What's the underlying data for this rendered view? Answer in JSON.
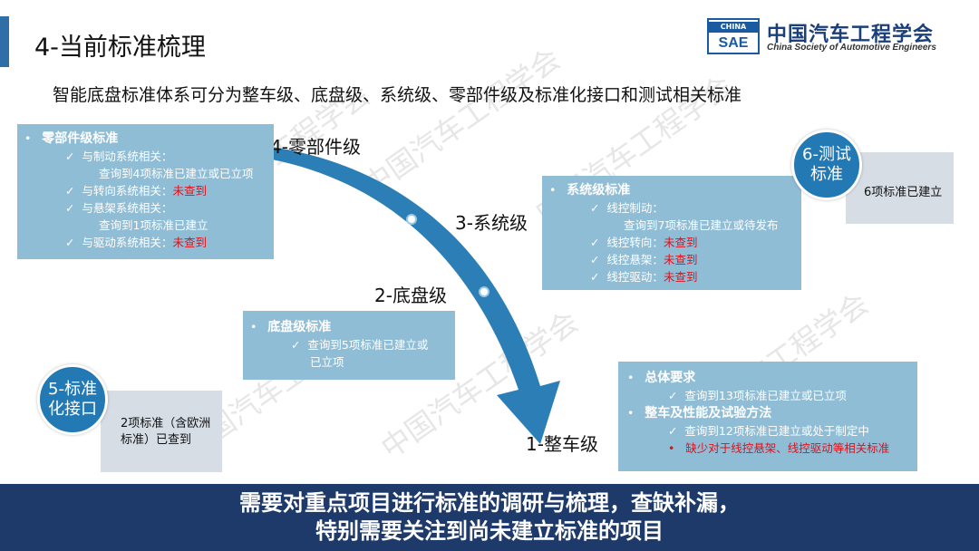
{
  "header": {
    "title": "4-当前标准梳理",
    "logo_box_top": "CHINA",
    "logo_box_main": "SAE",
    "logo_cn": "中国汽车工程学会",
    "logo_en": "China Society of Automotive Engineers"
  },
  "intro": "智能底盘标准体系可分为整车级、底盘级、系统级、零部件级及标准化接口和测试相关标准",
  "levels": {
    "component": "4-零部件级",
    "system": "3-系统级",
    "chassis": "2-底盘级",
    "vehicle": "1-整车级"
  },
  "component_card": {
    "heading": "零部件级标准",
    "l1": "与制动系统相关：",
    "l1b": "查询到4项标准已建立或已立项",
    "l2": "与转向系统相关：",
    "l2_status": "未查到",
    "l3": "与悬架系统相关：",
    "l3b": "查询到1项标准已建立",
    "l4": "与驱动系统相关：",
    "l4_status": "未查到"
  },
  "system_card": {
    "heading": "系统级标准",
    "l1": "线控制动：",
    "l1b": "查询到7项标准已建立或待发布",
    "l2": "线控转向：",
    "l2_status": "未查到",
    "l3": "线控悬架：",
    "l3_status": "未查到",
    "l4": "线控驱动：",
    "l4_status": "未查到"
  },
  "chassis_card": {
    "heading": "底盘级标准",
    "l1": "查询到5项标准已建立或",
    "l1b": "已立项"
  },
  "vehicle_card": {
    "h1": "总体要求",
    "l1": "查询到13项标准已建立或已立项",
    "h2": "整车及性能及试验方法",
    "l2": "查询到12项标准已建立或处于制定中",
    "l3": "缺少对于线控悬架、线控驱动等相关标准"
  },
  "test_circle": {
    "line1": "6-测试",
    "line2": "标准",
    "note": "6项标准已建立"
  },
  "interface_circle": {
    "line1": "5-标准",
    "line2": "化接口",
    "note1": "2项标准（含欧洲",
    "note2": "标准）已查到"
  },
  "watermark": "中国汽车工程学会",
  "banner": {
    "line1": "需要对重点项目进行标准的调研与梳理，查缺补漏，",
    "line2": "特别需要关注到尚未建立标准的项目"
  },
  "colors": {
    "accent": "#2379b3",
    "card": "#8fbdd6",
    "banner": "#1d3a6b",
    "missing": "#e0101a"
  }
}
